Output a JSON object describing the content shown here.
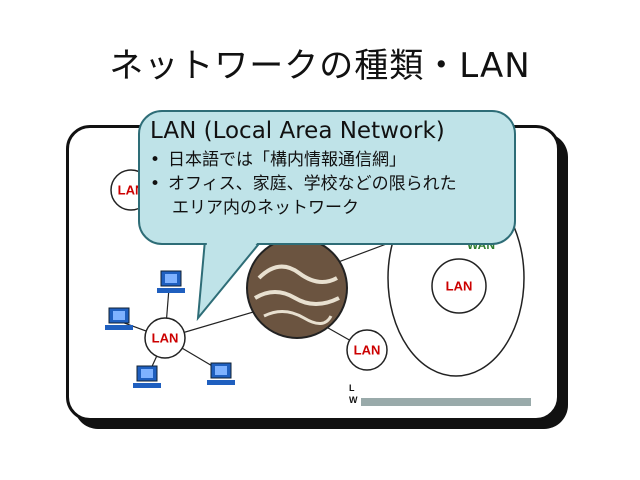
{
  "slide": {
    "title": "ネットワークの種類・LAN"
  },
  "callout": {
    "heading": "LAN (Local Area Network)",
    "bullet_1": "日本語では「構内情報通信網」",
    "bullet_2_line1": "オフィス、家庭、学校などの限られた",
    "bullet_2_line2": "エリア内のネットワーク",
    "bullet_char": "•"
  },
  "diagram": {
    "lan_label": "LAN",
    "wan_label": "WAN",
    "partial_line1": "L",
    "partial_line2": "W",
    "colors": {
      "lan_text": "#c00000",
      "wan_text": "#2f7d2f",
      "computer": "#1f5fbf",
      "callout_fill": "#bfe3e8"
    }
  }
}
